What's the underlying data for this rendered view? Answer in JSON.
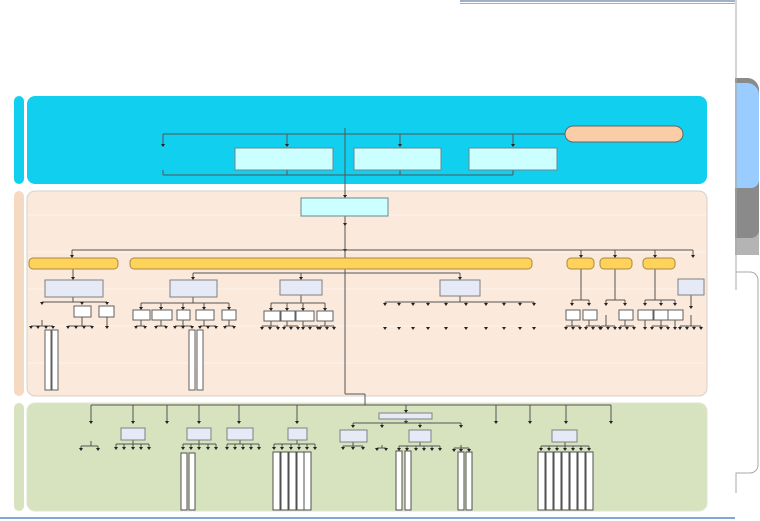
{
  "diagram": {
    "type": "org-chart-template",
    "text_labels": [],
    "colors": {
      "band_top": "#10CFEF",
      "band_middle": "#FBE9DC",
      "band_bottom": "#D7E2BF",
      "side_tab_top": "#10CFEF",
      "side_tab_middle": "#F5D9C0",
      "side_tab_bottom": "#D7E2BF",
      "node_light_cyan": "#CCFFFF",
      "node_lavender": "#E6EAF7",
      "node_white": "#FFFFFF",
      "pill_gold": "#FFD25A",
      "pill_peach": "#FACDA6",
      "connector": "#555555",
      "right_tab_blue": "#99CCFF",
      "right_tab_gray": "#8A8A8A",
      "right_tab_lightgray": "#B4B4B4",
      "top_rule": "#A0B0C8",
      "bottom_rule": "#7FA8D8"
    },
    "bands": [
      {
        "id": "governance",
        "color_key": "band_top"
      },
      {
        "id": "management",
        "color_key": "band_middle"
      },
      {
        "id": "operations",
        "color_key": "band_bottom"
      }
    ],
    "tiers": {
      "governance": {
        "boxes": 3,
        "pill": 1
      },
      "management": {
        "head_box": 1,
        "gold_pills": 5,
        "division_boxes": 5
      },
      "operations": {
        "branches": 14,
        "sub_boxes": 6,
        "column_stacks": [
          2,
          5,
          2,
          2,
          7
        ]
      }
    }
  }
}
